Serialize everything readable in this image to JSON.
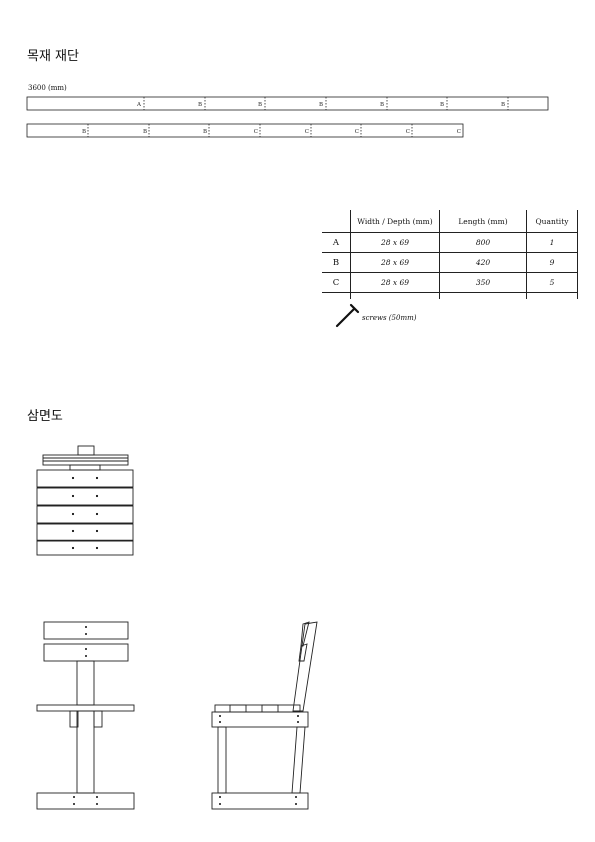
{
  "section_cutting": {
    "title": "목재 재단"
  },
  "board_length_label": "3600 (mm)",
  "board1_labels": [
    "A",
    "B",
    "B",
    "B",
    "B",
    "B",
    "B"
  ],
  "board2_labels": [
    "B",
    "B",
    "B",
    "C",
    "C",
    "C",
    "C",
    "C"
  ],
  "parts_table": {
    "headers": [
      "",
      "Width / Depth (mm)",
      "Length (mm)",
      "Quantity"
    ],
    "rows": [
      {
        "id": "A",
        "dim": "28 x 69",
        "length": "800",
        "qty": "1"
      },
      {
        "id": "B",
        "dim": "28 x 69",
        "length": "420",
        "qty": "9"
      },
      {
        "id": "C",
        "dim": "28 x 69",
        "length": "350",
        "qty": "5"
      }
    ]
  },
  "screw_label": "screws (50mm)",
  "section_views": {
    "title": "삼면도"
  },
  "icons": {
    "screw": "screw-icon"
  }
}
